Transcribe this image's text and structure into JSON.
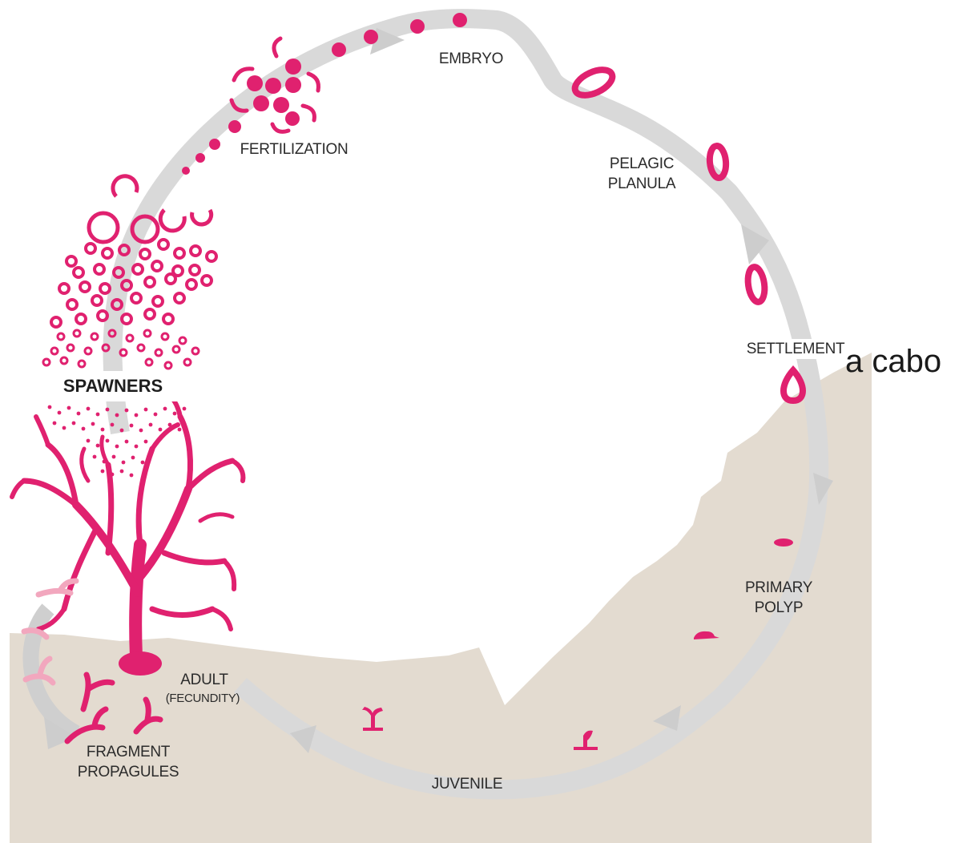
{
  "labels": {
    "embryo": "EMBRYO",
    "fertilization": "FERTILIZATION",
    "pelagic_planula": [
      "PELAGIC",
      "PLANULA"
    ],
    "settlement": "SETTLEMENT",
    "primary_polyp": [
      "PRIMARY",
      "POLYP"
    ],
    "juvenile": "JUVENILE",
    "adult": "ADULT",
    "adult_note": "(FECUNDITY)",
    "fragment_propagules": [
      "FRAGMENT",
      "PROPAGULES"
    ],
    "spawners": "SPAWNERS"
  },
  "stray_text": "a cabo",
  "colors": {
    "accent": "#e0216f",
    "accent_faded": "#f2a7be",
    "cycle_arrow": "#d6d6d6",
    "seafloor": "#e3dbd0",
    "label_text": "#2b2b2b"
  }
}
